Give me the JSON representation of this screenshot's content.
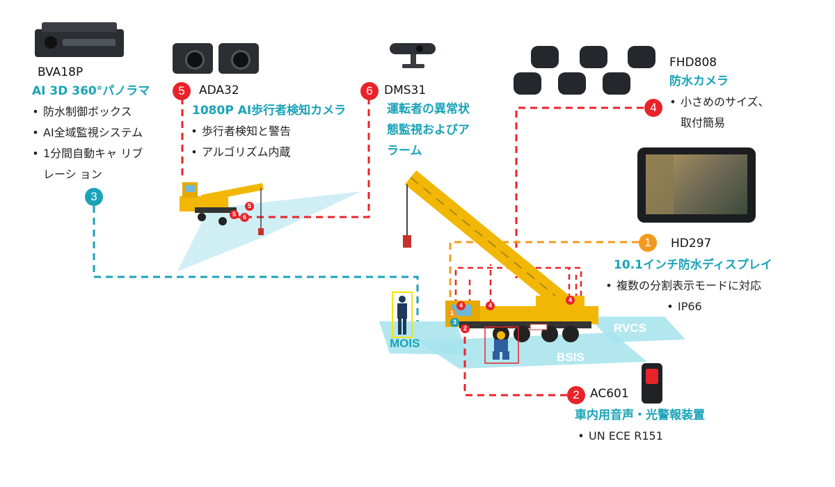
{
  "colors": {
    "accent": "#1aa3b8",
    "red": "#e8232a",
    "orange": "#f39a1e",
    "zone": "#9ee0ea",
    "zone_text": "#ffffff"
  },
  "bva": {
    "model": "BVA18P",
    "title": "AI 3D 360°パノラマ",
    "bullets": [
      "防水制御ボックス",
      "AI全域監視システム",
      "1分間自動キャ リブ",
      "レーシ ョン"
    ],
    "badge": "3",
    "icon": "dvr-box-icon"
  },
  "ada": {
    "badge": "5",
    "model": "ADA32",
    "title": "1080P AI歩行者検知カメラ",
    "bullets": [
      "歩行者検知と警告",
      "アルゴリズム内蔵"
    ],
    "icon": "ai-camera-icon"
  },
  "dms": {
    "badge": "6",
    "model": "DMS31",
    "title_lines": [
      "運転者の異常状",
      "態監視およびア",
      "ラーム"
    ],
    "icon": "dms-camera-icon"
  },
  "fhd": {
    "model": "FHD808",
    "title": "防水カメラ",
    "badge": "4",
    "bullets": [
      "小さめのサイズ、"
    ],
    "extra": "取付簡易",
    "icon": "mini-camera-icon"
  },
  "hd": {
    "badge": "1",
    "model": "HD297",
    "title": "10.1インチ防水ディスプレイ",
    "bullets": [
      "複数の分割表示モードに対応",
      "IP66"
    ],
    "icon": "monitor-icon"
  },
  "ac": {
    "badge": "2",
    "model": "AC601",
    "title": "車内用音声・光警報装置",
    "bullets": [
      "UN ECE R151"
    ],
    "icon": "alarm-speaker-icon"
  },
  "zones": {
    "mois": "MOIS",
    "bsis": "BSIS",
    "rvcs": "RVCS"
  },
  "mini_badges": {
    "five": "5",
    "six": "6",
    "four": "4",
    "one": "1",
    "three": "3",
    "two": "2"
  },
  "bullet_char": "•"
}
